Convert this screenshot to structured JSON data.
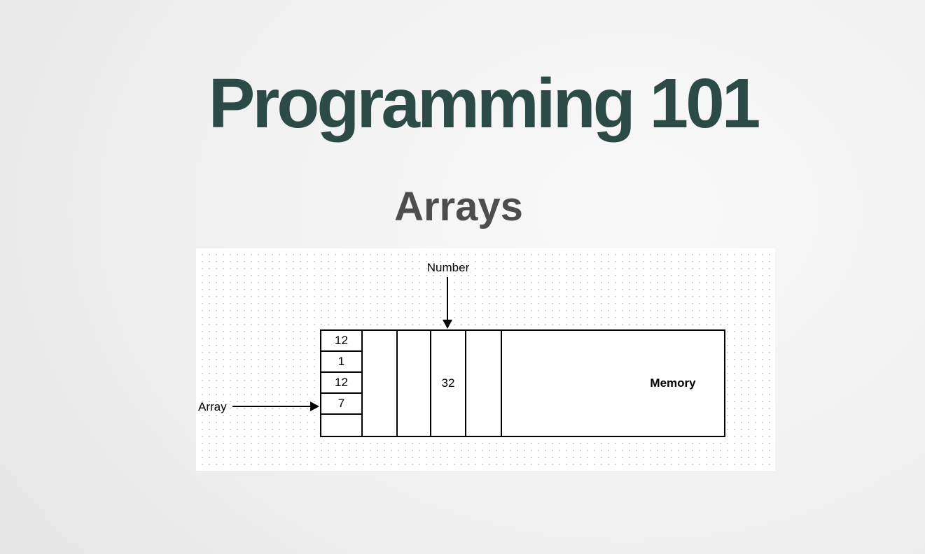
{
  "slide": {
    "title": "Programming 101",
    "subtitle": "Arrays"
  },
  "diagram": {
    "number_label": "Number",
    "array_label": "Array",
    "memory_label": "Memory",
    "number_value": "32",
    "array_cells": [
      "12",
      "1",
      "12",
      "7",
      ""
    ],
    "colors": {
      "title": "#2c4a46",
      "subtitle": "#4d4d4d",
      "line": "#000000",
      "canvas": "#ffffff",
      "grid_dot": "#d2d2d2"
    }
  }
}
